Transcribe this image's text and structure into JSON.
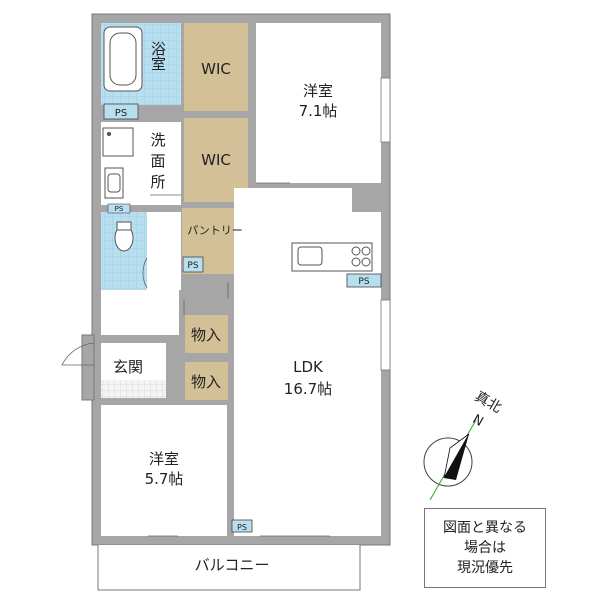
{
  "rooms": {
    "bath": "浴室",
    "wic_top": "WIC",
    "wic_bottom": "WIC",
    "western_top_name": "洋室",
    "western_top_size": "7.1帖",
    "washroom": [
      "洗",
      "面",
      "所"
    ],
    "pantry": "パントリー",
    "storage_top": "物入",
    "storage_bottom": "物入",
    "entrance": "玄関",
    "ldk_name": "LDK",
    "ldk_size": "16.7帖",
    "western_bottom_name": "洋室",
    "western_bottom_size": "5.7帖",
    "balcony": "バルコニー"
  },
  "ps_labels": {
    "bath": "PS",
    "toilet": "PS",
    "pantry": "PS",
    "kitchen": "PS",
    "bottom": "PS"
  },
  "compass": {
    "label_kanji": "真北",
    "label_letter": "N"
  },
  "note_lines": [
    "図面と異なる",
    "場合は",
    "現況優先"
  ],
  "colors": {
    "wall": "#a6a6a6",
    "wall_stroke": "#7a7a7a",
    "floor_white": "#ffffff",
    "tile_blue": "#b8dff0",
    "storage_tan": "#d4c096",
    "compass_green": "#3cb43c"
  }
}
